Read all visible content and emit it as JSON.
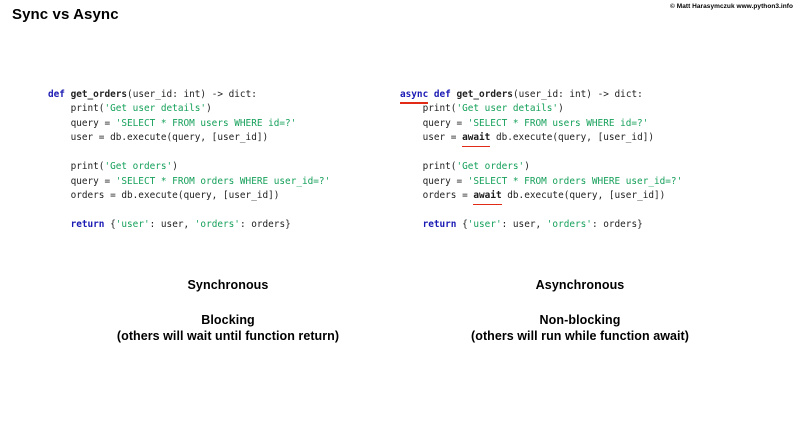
{
  "header": {
    "title": "Sync vs Async",
    "copyright": "© Matt Harasymczuk www.python3.info"
  },
  "colors": {
    "keyword": "#1a1ab4",
    "string": "#15a05a",
    "plain": "#222222",
    "underline": "#e12b16",
    "background": "#ffffff",
    "text": "#000000"
  },
  "columns": {
    "sync": {
      "code": {
        "signature": {
          "keyword_def": "def",
          "function_name": "get_orders",
          "params": "(user_id: int) -> dict:"
        },
        "body": [
          {
            "indent": "    ",
            "parts": [
              {
                "t": "plain",
                "v": "print("
              },
              {
                "t": "str",
                "v": "'Get user details'"
              },
              {
                "t": "plain",
                "v": ")"
              }
            ]
          },
          {
            "indent": "    ",
            "parts": [
              {
                "t": "plain",
                "v": "query = "
              },
              {
                "t": "str",
                "v": "'SELECT * FROM users WHERE id=?'"
              }
            ]
          },
          {
            "indent": "    ",
            "parts": [
              {
                "t": "plain",
                "v": "user = db.execute(query, [user_id])"
              }
            ]
          },
          {
            "blank": true
          },
          {
            "indent": "    ",
            "parts": [
              {
                "t": "plain",
                "v": "print("
              },
              {
                "t": "str",
                "v": "'Get orders'"
              },
              {
                "t": "plain",
                "v": ")"
              }
            ]
          },
          {
            "indent": "    ",
            "parts": [
              {
                "t": "plain",
                "v": "query = "
              },
              {
                "t": "str",
                "v": "'SELECT * FROM orders WHERE user_id=?'"
              }
            ]
          },
          {
            "indent": "    ",
            "parts": [
              {
                "t": "plain",
                "v": "orders = db.execute(query, [user_id])"
              }
            ]
          },
          {
            "blank": true
          },
          {
            "indent": "    ",
            "parts": [
              {
                "t": "kw",
                "v": "return"
              },
              {
                "t": "plain",
                "v": " {"
              },
              {
                "t": "str",
                "v": "'user'"
              },
              {
                "t": "plain",
                "v": ": user, "
              },
              {
                "t": "str",
                "v": "'orders'"
              },
              {
                "t": "plain",
                "v": ": orders}"
              }
            ]
          }
        ]
      },
      "caption_main": "Synchronous",
      "caption_sub": "Blocking",
      "caption_note": "(others will wait until function return)"
    },
    "async": {
      "code": {
        "signature": {
          "keyword_async": "async",
          "keyword_def": "def",
          "function_name": "get_orders",
          "params": "(user_id: int) -> dict:"
        },
        "body": [
          {
            "indent": "    ",
            "parts": [
              {
                "t": "plain",
                "v": "print("
              },
              {
                "t": "str",
                "v": "'Get user details'"
              },
              {
                "t": "plain",
                "v": ")"
              }
            ]
          },
          {
            "indent": "    ",
            "parts": [
              {
                "t": "plain",
                "v": "query = "
              },
              {
                "t": "str",
                "v": "'SELECT * FROM users WHERE id=?'"
              }
            ]
          },
          {
            "indent": "    ",
            "parts": [
              {
                "t": "plain",
                "v": "user = "
              },
              {
                "t": "await",
                "v": "await"
              },
              {
                "t": "plain",
                "v": " db.execute(query, [user_id])"
              }
            ]
          },
          {
            "blank": true
          },
          {
            "indent": "    ",
            "parts": [
              {
                "t": "plain",
                "v": "print("
              },
              {
                "t": "str",
                "v": "'Get orders'"
              },
              {
                "t": "plain",
                "v": ")"
              }
            ]
          },
          {
            "indent": "    ",
            "parts": [
              {
                "t": "plain",
                "v": "query = "
              },
              {
                "t": "str",
                "v": "'SELECT * FROM orders WHERE user_id=?'"
              }
            ]
          },
          {
            "indent": "    ",
            "parts": [
              {
                "t": "plain",
                "v": "orders = "
              },
              {
                "t": "await",
                "v": "await"
              },
              {
                "t": "plain",
                "v": " db.execute(query, [user_id])"
              }
            ]
          },
          {
            "blank": true
          },
          {
            "indent": "    ",
            "parts": [
              {
                "t": "kw",
                "v": "return"
              },
              {
                "t": "plain",
                "v": " {"
              },
              {
                "t": "str",
                "v": "'user'"
              },
              {
                "t": "plain",
                "v": ": user, "
              },
              {
                "t": "str",
                "v": "'orders'"
              },
              {
                "t": "plain",
                "v": ": orders}"
              }
            ]
          }
        ]
      },
      "caption_main": "Asynchronous",
      "caption_sub": "Non-blocking",
      "caption_note": "(others will run while function await)"
    }
  }
}
